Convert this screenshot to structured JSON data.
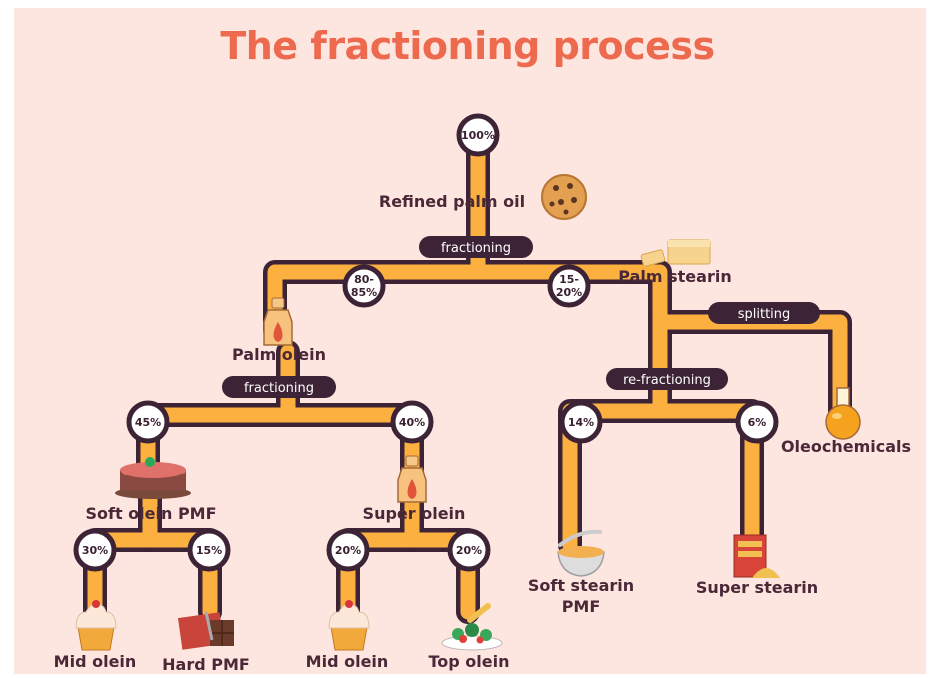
{
  "title": "The fractioning process",
  "colors": {
    "pipe": "#fbb040",
    "outline": "#3d2336",
    "background": "#fde6e0",
    "title": "#ee6a4f",
    "label": "#4a2838"
  },
  "nodes": {
    "root": "100%",
    "olein_share": [
      "80-",
      "85%"
    ],
    "stearin_share": [
      "15-",
      "20%"
    ],
    "soft_olein_share": "45%",
    "super_olein_share": "40%",
    "soft_stearin_share": "14%",
    "super_stearin_share": "6%",
    "mid_olein_a_share": "30%",
    "hard_pmf_share": "15%",
    "mid_olein_b_share": "20%",
    "top_olein_share": "20%"
  },
  "steps": {
    "fractioning_1": "fractioning",
    "fractioning_2": "fractioning",
    "splitting": "splitting",
    "re_fractioning": "re-fractioning"
  },
  "products": {
    "refined_palm_oil": "Refined palm oil",
    "palm_stearin": "Palm stearin",
    "palm_olein": "Palm olein",
    "oleochemicals": "Oleochemicals",
    "soft_olein_pmf": "Soft olein PMF",
    "super_olein": "Super olein",
    "soft_stearin_pmf": [
      "Soft stearin",
      "PMF"
    ],
    "super_stearin": "Super stearin",
    "mid_olein_a": "Mid olein",
    "hard_pmf": "Hard PMF",
    "mid_olein_b": "Mid olein",
    "top_olein": "Top olein"
  },
  "icons": [
    "cookie-icon",
    "butter-blocks-icon",
    "oil-bottle-icon",
    "flask-icon",
    "cake-icon",
    "cupcake-icon",
    "chocolate-bar-icon",
    "salad-plate-icon",
    "bowl-spoon-icon",
    "cake-mix-box-icon"
  ]
}
